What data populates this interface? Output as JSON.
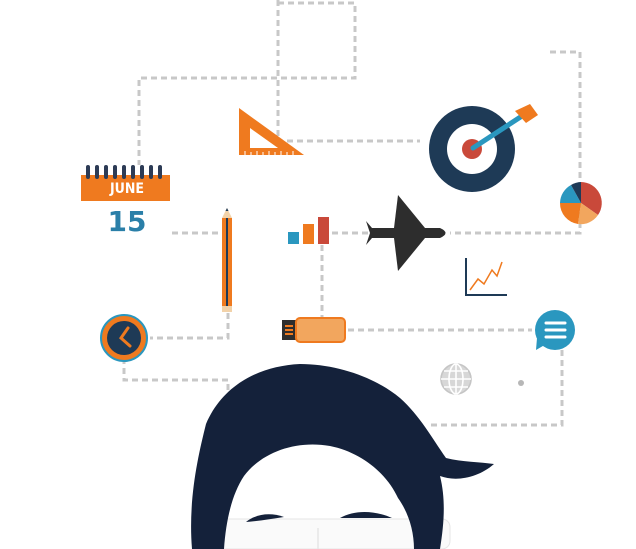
{
  "calendar": {
    "month": "JUNE",
    "day": "15"
  },
  "colors": {
    "background": "#ffffff",
    "dotted_line": "#c8c8c8",
    "navy": "#1a2c47",
    "orange": "#ef7a1f",
    "teal": "#2a97bf",
    "red": "#c9493a",
    "light_orange": "#f2a65e",
    "gray": "#b7b7b7"
  },
  "icons": [
    "calendar-icon",
    "triangle-ruler-icon",
    "target-icon",
    "dart-icon",
    "pie-chart-icon",
    "pencil-icon",
    "bar-chart-icon",
    "airplane-icon",
    "line-chart-icon",
    "clock-icon",
    "usb-drive-icon",
    "chat-bubble-icon",
    "globe-icon",
    "man-head-illustration"
  ]
}
